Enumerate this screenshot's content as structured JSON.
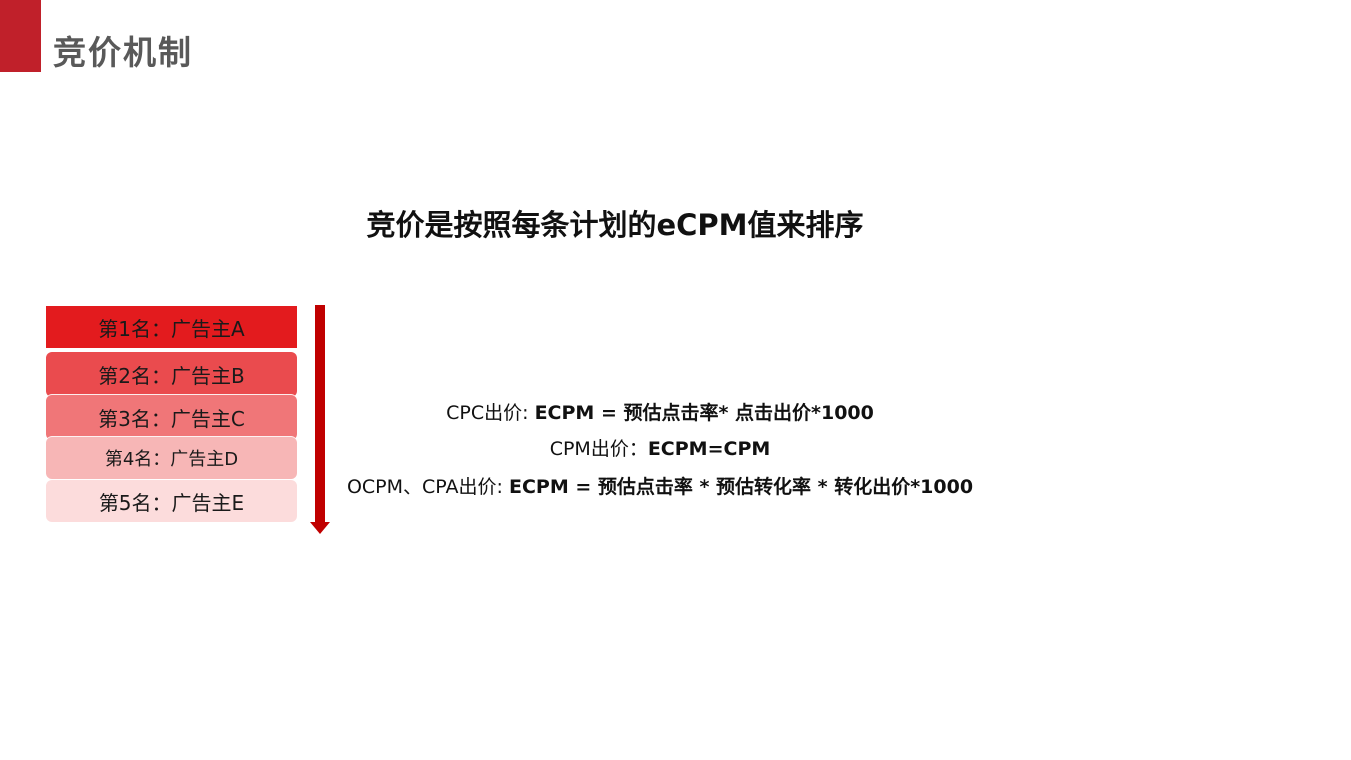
{
  "header": {
    "title": "竞价机制",
    "accent_color": "#c0202a"
  },
  "headline": {
    "text": "竞价是按照每条计划的eCPM值来排序"
  },
  "ranking": {
    "items": [
      {
        "label": "第1名：广告主A",
        "color": "#e31b1e"
      },
      {
        "label": "第2名：广告主B",
        "color": "#ea4b4e"
      },
      {
        "label": "第3名：广告主C",
        "color": "#f07678"
      },
      {
        "label": "第4名：广告主D",
        "color": "#f7b6b6"
      },
      {
        "label": "第5名：广告主E",
        "color": "#fcdcdc"
      }
    ],
    "arrow_color": "#c00000"
  },
  "formulas": [
    {
      "prefix": "CPC出价: ",
      "formula": "ECPM = 预估点击率* 点击出价*1000"
    },
    {
      "prefix": "CPM出价：",
      "formula": "ECPM=CPM"
    },
    {
      "prefix": "OCPM、CPA出价: ",
      "formula": "ECPM = 预估点击率 * 预估转化率 * 转化出价*1000"
    }
  ]
}
